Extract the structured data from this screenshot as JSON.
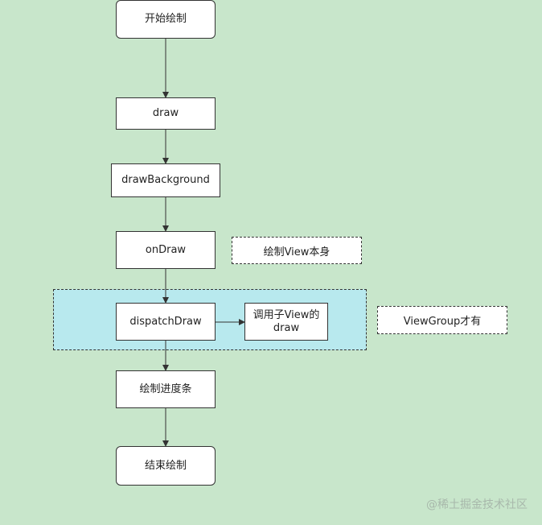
{
  "diagram": {
    "nodes": {
      "start": "开始绘制",
      "draw": "draw",
      "draw_background": "drawBackground",
      "on_draw": "onDraw",
      "dispatch_draw": "dispatchDraw",
      "call_child_draw_line1": "调用子View的",
      "call_child_draw_line2": "draw",
      "draw_progress": "绘制进度条",
      "end": "结束绘制"
    },
    "notes": {
      "on_draw_note": "绘制View本身",
      "dispatch_draw_note": "ViewGroup才有"
    },
    "colors": {
      "background": "#c8e6cb",
      "group_fill": "#b8e9ee",
      "node_fill": "#ffffff",
      "stroke": "#333333"
    }
  },
  "watermark": "@稀土掘金技术社区"
}
